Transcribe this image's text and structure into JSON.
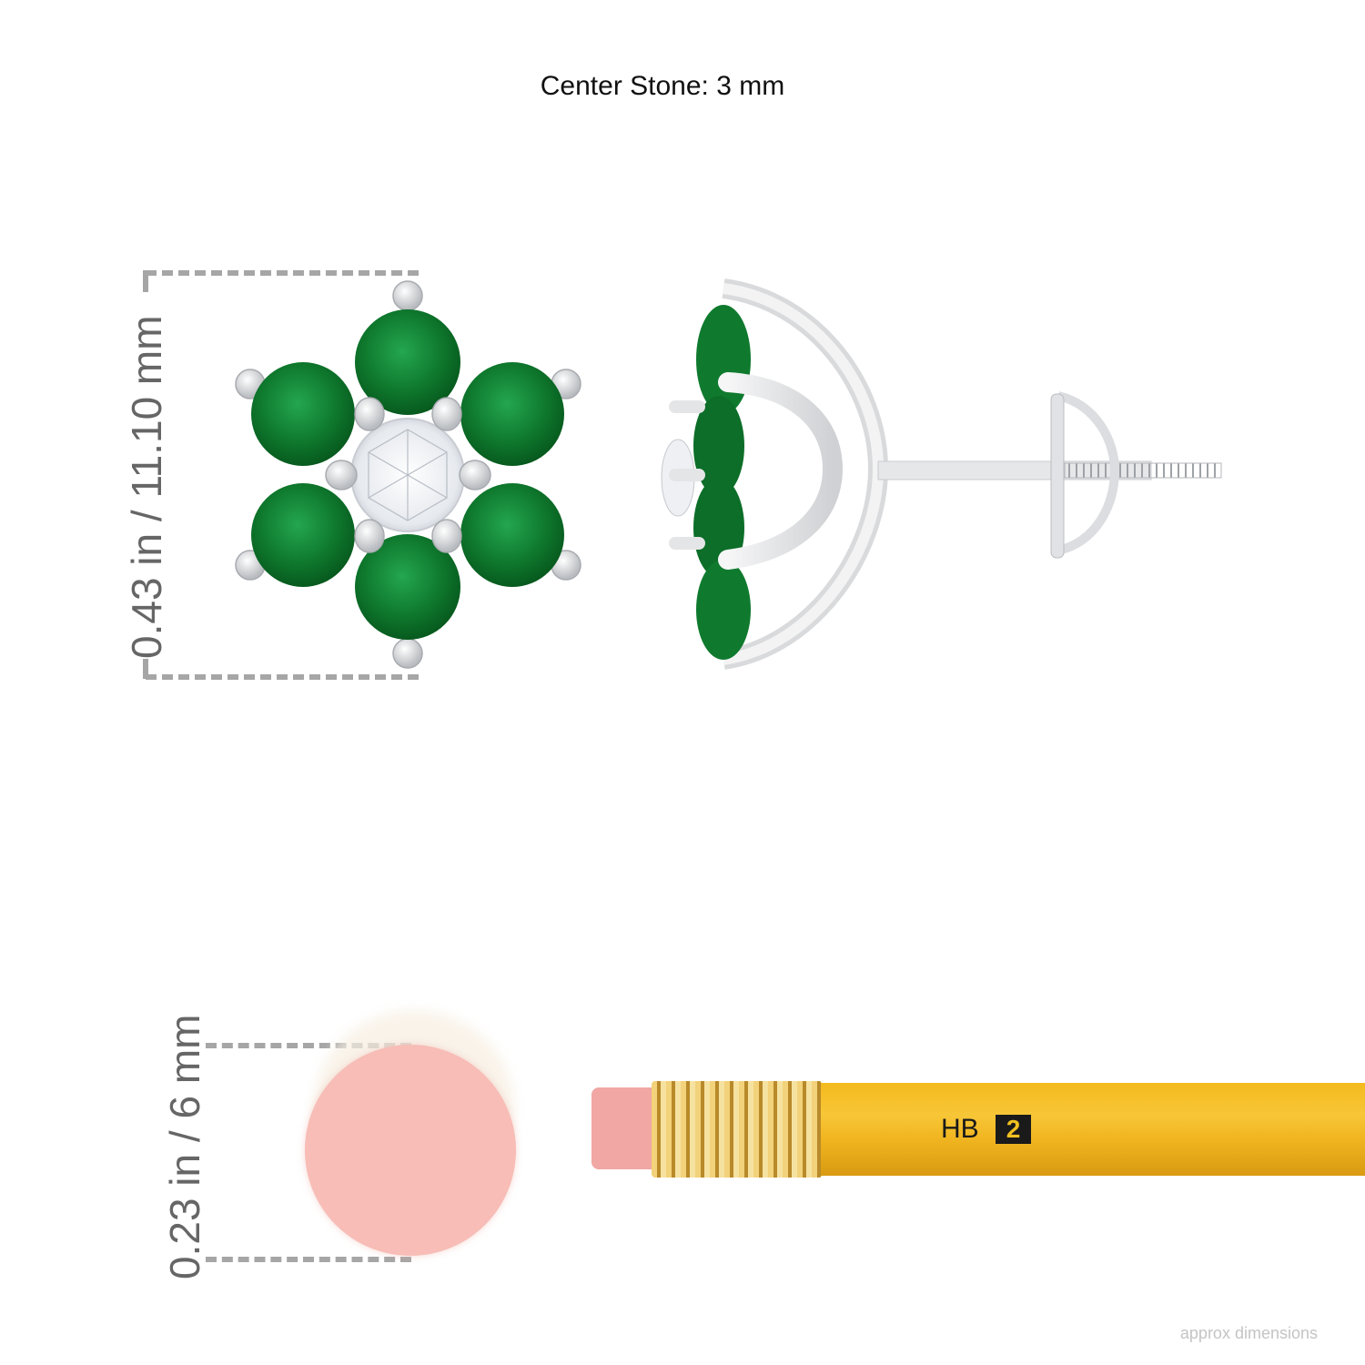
{
  "header": {
    "title": "Center Stone: 3 mm"
  },
  "earring": {
    "dimension_label": "0.43 in / 11.10 mm",
    "colors": {
      "emerald": "#0e7a2c",
      "emerald_light": "#1fa64a",
      "metal": "#e4e4e6",
      "diamond": "#f4f6f8"
    }
  },
  "reference": {
    "eraser_dimension_label": "0.23 in / 6 mm",
    "pencil_grade": "HB",
    "pencil_number": "2",
    "colors": {
      "eraser": "#f6bdb6",
      "pencil": "#f0b21a",
      "ferrule": "#d8b450"
    }
  },
  "footer": {
    "note": "approx dimensions"
  }
}
